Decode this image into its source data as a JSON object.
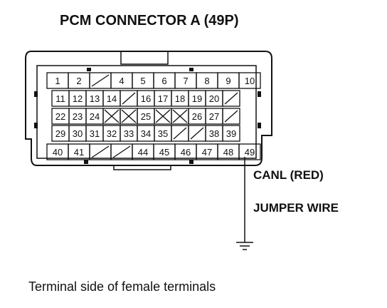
{
  "title": "PCM CONNECTOR A (49P)",
  "wire_label": "CANL (RED)",
  "jumper_label": "JUMPER WIRE",
  "caption": "Terminal side of female terminals",
  "highlighted_pin": "49",
  "rows": [
    [
      "1",
      "2",
      "/",
      "4",
      "5",
      "6",
      "7",
      "8",
      "9",
      "10"
    ],
    [
      "11",
      "12",
      "13",
      "14",
      "/",
      "16",
      "17",
      "18",
      "19",
      "20",
      "/"
    ],
    [
      "22",
      "23",
      "24",
      "X",
      "X",
      "25",
      "X",
      "X",
      "26",
      "27",
      "/"
    ],
    [
      "29",
      "30",
      "31",
      "32",
      "33",
      "34",
      "35",
      "/",
      "/",
      "38",
      "39"
    ],
    [
      "40",
      "41",
      "/",
      "/",
      "44",
      "45",
      "46",
      "47",
      "48",
      "49"
    ]
  ]
}
